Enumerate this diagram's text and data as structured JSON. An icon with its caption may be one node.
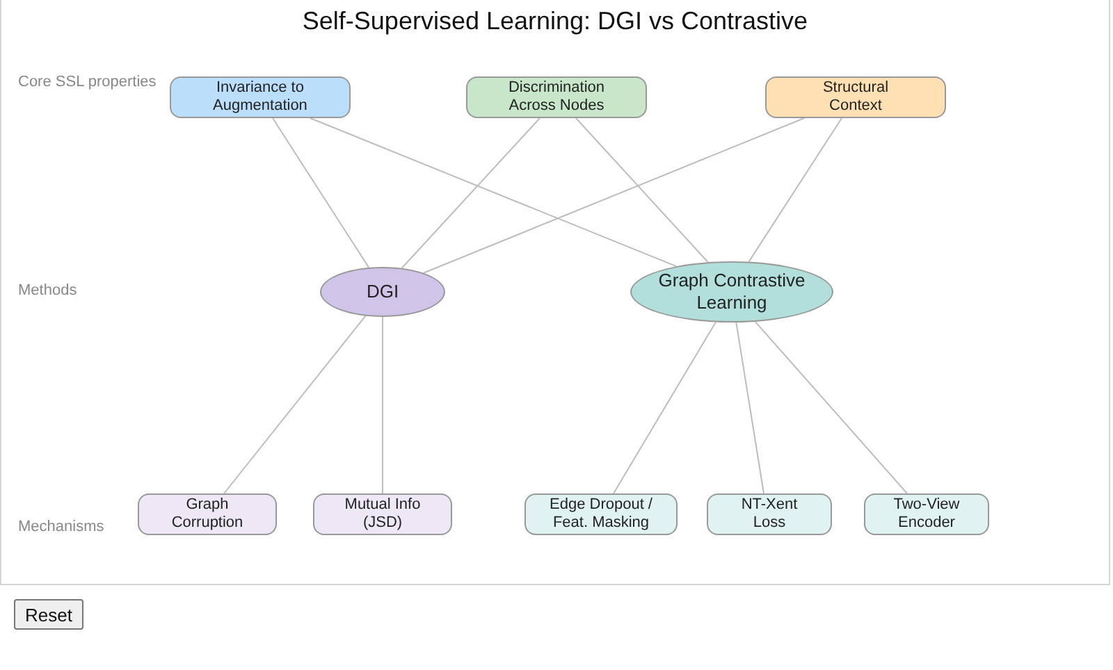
{
  "diagram": {
    "title": "Self-Supervised Learning: DGI vs Contrastive",
    "nodes": [
      {
        "text": [
          "Invariance to Augmentation"
        ]
      },
      {
        "text": [
          "Discrimination Across Nodes"
        ]
      },
      {
        "text": [
          "Structural Context"
        ]
      },
      {
        "text": [
          "DGI"
        ]
      },
      {
        "text": [
          "Graph Contrastive Learning"
        ]
      },
      {
        "text": [
          "Graph Corruption"
        ]
      },
      {
        "text": [
          "Mutual Info (JSD)"
        ]
      },
      {
        "text": [
          "Edge Dropout / Feat. Masking"
        ]
      },
      {
        "text": [
          "NT-Xent Loss"
        ]
      },
      {
        "text": [
          "Two-View Encoder"
        ]
      }
    ],
    "edges": [
      {
        "from": 0,
        "to": 3,
        "arrow": "none"
      },
      {
        "from": 0,
        "to": 4,
        "arrow": "none"
      },
      {
        "from": 1,
        "to": 3,
        "arrow": "none"
      },
      {
        "from": 1,
        "to": 4,
        "arrow": "none"
      },
      {
        "from": 2,
        "to": 3,
        "arrow": "none"
      },
      {
        "from": 2,
        "to": 4,
        "arrow": "none"
      },
      {
        "from": 3,
        "to": 5,
        "arrow": "none"
      },
      {
        "from": 3,
        "to": 6,
        "arrow": "none"
      },
      {
        "from": 4,
        "to": 7,
        "arrow": "none"
      },
      {
        "from": 4,
        "to": 8,
        "arrow": "none"
      },
      {
        "from": 4,
        "to": 9,
        "arrow": "none"
      }
    ],
    "labels": [
      "Core SSL properties",
      "Methods",
      "Mechanisms",
      "Reset"
    ]
  }
}
